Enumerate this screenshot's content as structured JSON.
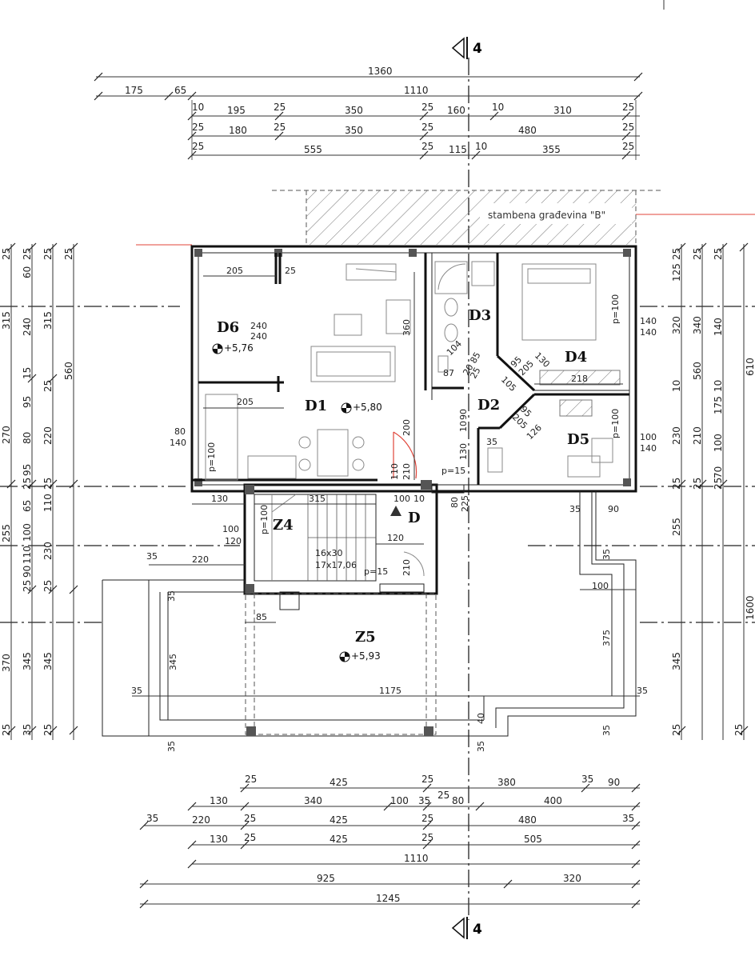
{
  "section_markers": {
    "top": "4",
    "bottom": "4"
  },
  "neighbor_label": "stambena građevina \"B\"",
  "rooms": {
    "D1": {
      "name": "D1",
      "level": "+5,80"
    },
    "D2": {
      "name": "D2"
    },
    "D3": {
      "name": "D3"
    },
    "D4": {
      "name": "D4"
    },
    "D5": {
      "name": "D5"
    },
    "D6": {
      "name": "D6",
      "level": "+5,76"
    },
    "Z4": {
      "name": "Z4"
    },
    "Z5": {
      "name": "Z5",
      "level": "+5,93"
    },
    "D": {
      "name": "D"
    }
  },
  "stair": {
    "size1": "16x30",
    "size2": "17x17,06"
  },
  "top_dims": {
    "row1": [
      "1360"
    ],
    "row2": [
      "175",
      "65",
      "1110"
    ],
    "row3": [
      "10",
      "195",
      "25",
      "350",
      "25",
      "160",
      "10",
      "310",
      "25"
    ],
    "row4": [
      "25",
      "180",
      "25",
      "350",
      "25",
      "480",
      "25"
    ],
    "row5": [
      "25",
      "555",
      "25",
      "115",
      "10",
      "355",
      "25"
    ]
  },
  "bottom_dims": {
    "row1": [
      "25",
      "425",
      "25",
      "380",
      "35",
      "90"
    ],
    "row2": [
      "130",
      "340",
      "100",
      "35",
      "25",
      "80",
      "400"
    ],
    "row3": [
      "35",
      "220",
      "25",
      "425",
      "25",
      "480",
      "35"
    ],
    "row4": [
      "130",
      "25",
      "425",
      "25",
      "505"
    ],
    "row5": [
      "1110"
    ],
    "row6": [
      "925",
      "320"
    ],
    "row7": [
      "1245"
    ]
  },
  "left_dims": {
    "col1": [
      "25",
      "315",
      "270",
      "255",
      "370",
      "25"
    ],
    "col2": [
      "25",
      "60",
      "240",
      "15",
      "95",
      "80",
      "95",
      "25",
      "65",
      "100",
      "110",
      "90",
      "25",
      "345",
      "35"
    ],
    "col3": [
      "25",
      "315",
      "25",
      "220",
      "25",
      "110",
      "230",
      "25",
      "345",
      "25"
    ],
    "col4": [
      "560"
    ],
    "col5": [
      "25"
    ]
  },
  "right_dims": {
    "col1": [
      "25",
      "125",
      "320",
      "10",
      "230",
      "25",
      "255",
      "345",
      "25"
    ],
    "col2": [
      "25",
      "340",
      "560",
      "210",
      "25"
    ],
    "col3": [
      "25",
      "140",
      "10",
      "175",
      "100",
      "70",
      "25"
    ],
    "col4": [
      "610",
      "1600",
      "25"
    ]
  },
  "inner_dims": {
    "d6_w": "205",
    "d6_25": "25",
    "d6_h1": "240",
    "d6_h2": "240",
    "d1_w": "205",
    "d1_80": "80",
    "d1_140": "140",
    "d1_p": "p=100",
    "d1_360": "360",
    "d1_200": "200",
    "d1_110": "110",
    "d1_210": "210",
    "d1_p15": "p=15",
    "d3_104": "104",
    "d3_85": "85",
    "d3_20": "20",
    "d3_25": "25",
    "d3_87": "87",
    "d4_95": "95",
    "d4_130": "130",
    "d4_205": "205",
    "d4_105": "105",
    "d4_218": "218",
    "d4_p": "p=100",
    "d4_140a": "140",
    "d4_140b": "140",
    "d2_90": "90",
    "d2_10": "10",
    "d2_130": "130",
    "d5_95": "95",
    "d5_205": "205",
    "d5_126": "126",
    "d5_35": "35",
    "d5_p": "p=100",
    "d5_100": "100",
    "d5_140": "140",
    "z4_130": "130",
    "z4_315": "315",
    "z4_100a": "100",
    "z4_120a": "120",
    "z4_p": "p=100",
    "z4_100": "100",
    "z4_10": "10",
    "z4_120": "120",
    "z4_p15": "p=15",
    "z4_210": "210",
    "z4_80": "80",
    "z4_225": "225",
    "z5_35a": "35",
    "z5_220": "220",
    "z5_35b": "35",
    "z5_85": "85",
    "z5_345": "345",
    "z5_1175": "1175",
    "z5_35c": "35",
    "z5_35d": "35",
    "z5_375": "375",
    "z5_40": "40",
    "z5_35e": "35",
    "z5_35f": "35",
    "z5_35g": "35",
    "z5_90": "90",
    "z5_100": "100",
    "z5_35h": "35",
    "z5_35i": "35"
  }
}
